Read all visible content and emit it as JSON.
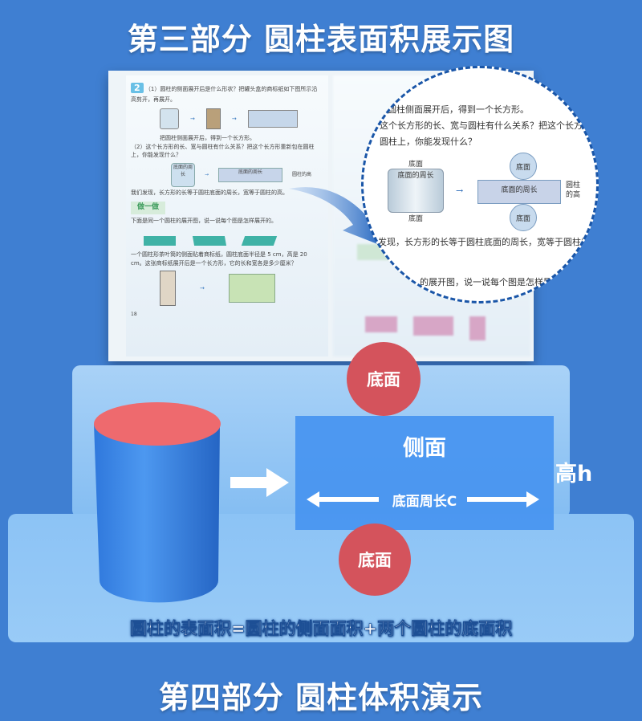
{
  "header": {
    "title": "第三部分 圆柱表面积展示图"
  },
  "book": {
    "left": {
      "badge": "2",
      "q1": "（1）圆柱的侧面展开后是什么形状？把罐头盒的商标纸如下图所示沿高剪开，再展开。",
      "s1": "把圆柱侧面展开后，得到一个长方形。",
      "q2": "（2）这个长方形的长、宽与圆柱有什么关系？把这个长方形重新包在圆柱上，你能发现什么？",
      "label_base": "底面",
      "label_perimeter": "底面的周长",
      "label_height": "圆柱的高",
      "conclusion": "我们发现，长方形的长等于圆柱底面的周长，宽等于圆柱的高。",
      "section": "做一做",
      "e1": "下面是同一个圆柱的展开图，说一说每个图是怎样展开的。",
      "e2": "一个圆柱形茶叶筒的侧面贴着商标纸，圆柱底面半径是 5 cm，高是 20 cm。这张商标纸展开后是一个长方形，它的长和宽各是多少厘米？",
      "page_number": "18"
    },
    "magnifier": {
      "line1": "圆柱侧面展开后，得到一个长方形。",
      "line2": "这个长方形的长、宽与圆柱有什么关系？把这个长方形重",
      "line3": "圆柱上，你能发现什么？",
      "base_top": "底面",
      "perimeter": "底面的周长",
      "base_bottom": "底面",
      "rect_base_top": "底面",
      "rect_perimeter": "底面的周长",
      "rect_base_bottom": "底面",
      "height": "圆柱的高",
      "conclusion": "发现，长方形的长等于圆柱底面的周长，宽等于圆柱的高。",
      "exercise": "的展开图，说一说每个图是怎样展开的"
    }
  },
  "diagram": {
    "top_base": "底面",
    "side": "侧面",
    "perimeter": "底面周长C",
    "height": "高h",
    "bottom_base": "底面",
    "colors": {
      "base": "#d4535c",
      "side": "#4694f0",
      "cylinder_top": "#ee6a6e",
      "cylinder_body": "#3a86e6"
    }
  },
  "formula": "圆柱的表面积=圆柱的侧面面积+两个圆柱的底面积",
  "footer": {
    "title": "第四部分 圆柱体积演示"
  }
}
